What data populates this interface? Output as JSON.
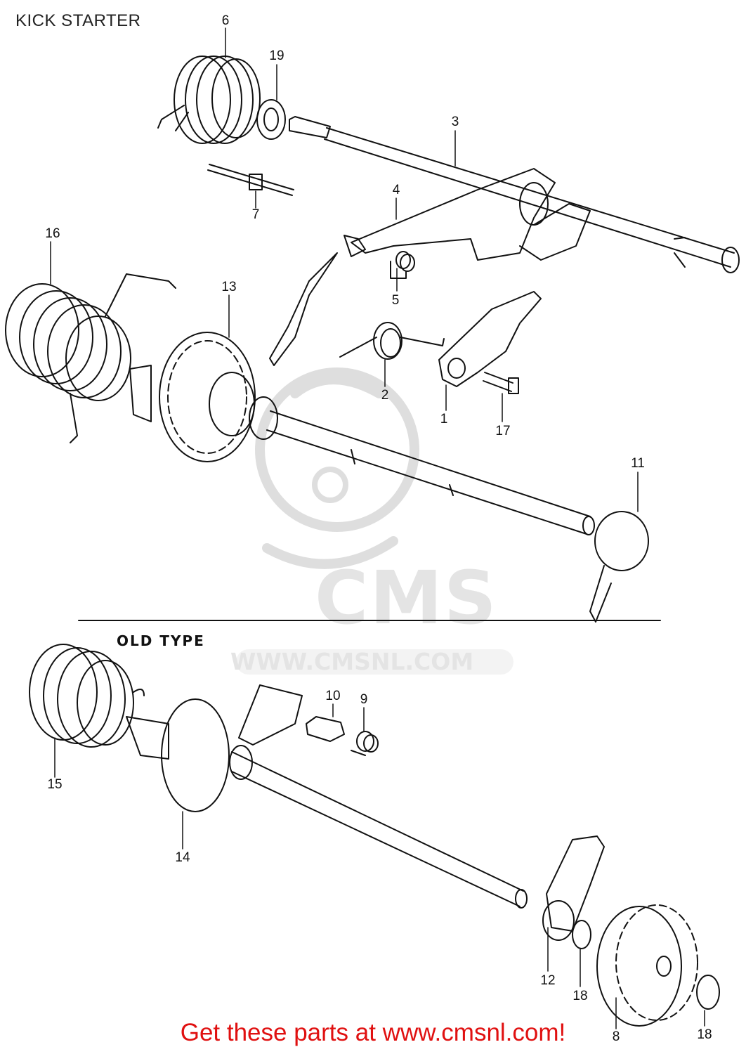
{
  "page": {
    "title": "KICK STARTER",
    "section_label": "OLD TYPE",
    "footer_text": "Get these parts at www.cmsnl.com!"
  },
  "watermark": {
    "logo_text": "CMS",
    "url_text": "WWW.CMSNL.COM"
  },
  "callouts": [
    {
      "id": "6",
      "label": "6"
    },
    {
      "id": "19",
      "label": "19"
    },
    {
      "id": "3",
      "label": "3"
    },
    {
      "id": "7",
      "label": "7"
    },
    {
      "id": "4",
      "label": "4"
    },
    {
      "id": "16",
      "label": "16"
    },
    {
      "id": "5",
      "label": "5"
    },
    {
      "id": "13",
      "label": "13"
    },
    {
      "id": "2",
      "label": "2"
    },
    {
      "id": "1",
      "label": "1"
    },
    {
      "id": "17",
      "label": "17"
    },
    {
      "id": "11",
      "label": "11"
    },
    {
      "id": "10",
      "label": "10"
    },
    {
      "id": "9",
      "label": "9"
    },
    {
      "id": "15",
      "label": "15"
    },
    {
      "id": "14",
      "label": "14"
    },
    {
      "id": "12",
      "label": "12"
    },
    {
      "id": "18a",
      "label": "18"
    },
    {
      "id": "8",
      "label": "8"
    },
    {
      "id": "18b",
      "label": "18"
    }
  ],
  "colors": {
    "line": "#111111",
    "footer": "#e01010",
    "watermark": "#e4e4e4"
  }
}
